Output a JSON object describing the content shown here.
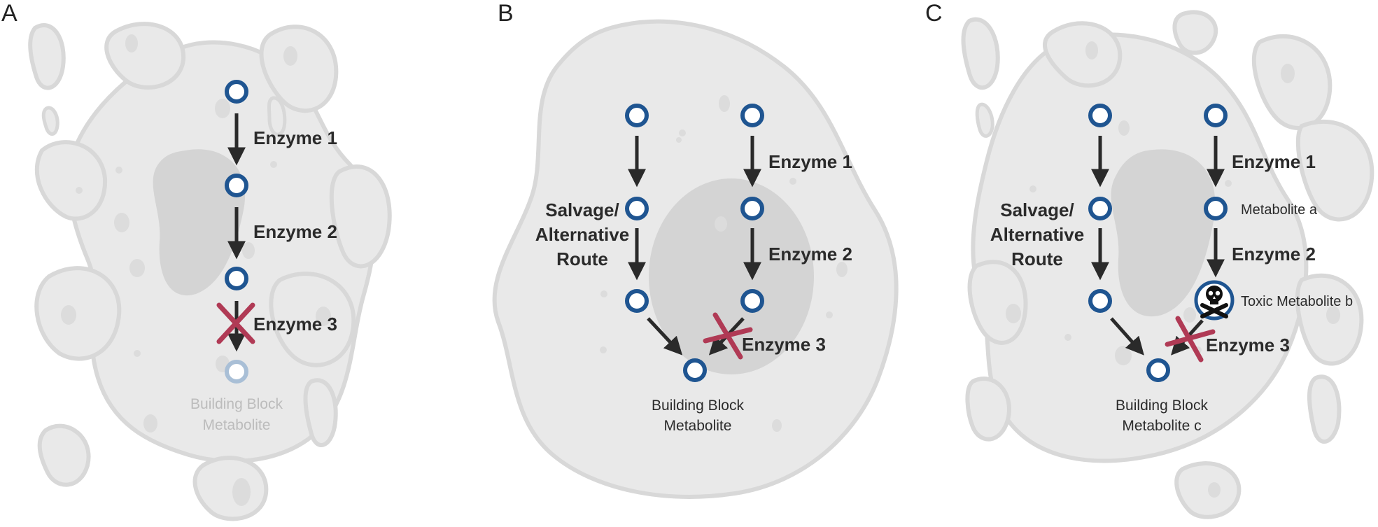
{
  "colors": {
    "cell": "#e9e9e9",
    "cell_stroke": "#d8d8d8",
    "nucleus": "#d4d4d4",
    "blob": "#dcdcdc",
    "node": "#1f5591",
    "node_faded": "#a9bfd6",
    "arrow": "#2a2a2a",
    "cross": "#b03a55",
    "text_faded": "#bcbcbc"
  },
  "panels": {
    "A": {
      "letter": "A",
      "enzyme1": "Enzyme 1",
      "enzyme2": "Enzyme 2",
      "enzyme3": "Enzyme 3",
      "product_line1": "Building Block",
      "product_line2": "Metabolite",
      "product_faded": true,
      "enzyme3_blocked": true
    },
    "B": {
      "letter": "B",
      "salvage_line1": "Salvage/",
      "salvage_line2": "Alternative",
      "salvage_line3": "Route",
      "enzyme1": "Enzyme 1",
      "enzyme2": "Enzyme 2",
      "enzyme3": "Enzyme 3",
      "product_line1": "Building Block",
      "product_line2": "Metabolite",
      "enzyme3_blocked": true
    },
    "C": {
      "letter": "C",
      "salvage_line1": "Salvage/",
      "salvage_line2": "Alternative",
      "salvage_line3": "Route",
      "enzyme1": "Enzyme 1",
      "enzyme2": "Enzyme 2",
      "enzyme3": "Enzyme 3",
      "metabolite_a": "Metabolite a",
      "toxic_metabolite": "Toxic Metabolite b",
      "toxic_icon": "skull-crossbones-icon",
      "product_line1": "Building Block",
      "product_line2": "Metabolite c",
      "enzyme3_blocked": true
    }
  }
}
